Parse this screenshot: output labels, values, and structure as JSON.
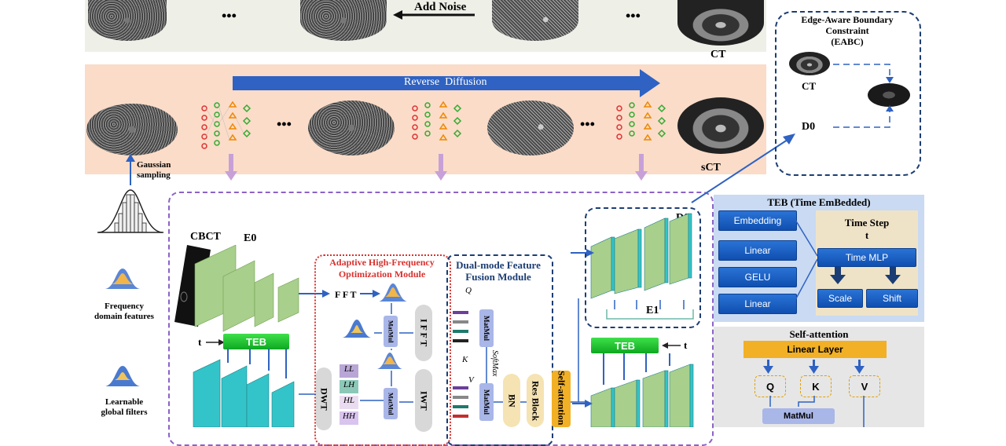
{
  "forward": {
    "add_noise": "Add Noise",
    "ct_label": "CT"
  },
  "reverse": {
    "title": "Reverse  Diffusion",
    "sct_label": "sCT"
  },
  "gaussian": {
    "label": "Gaussian\nsampling"
  },
  "ellipsis": "•••",
  "eabc": {
    "title": "Edge-Aware Boundary\nConstraint\n(EABC)",
    "ct_label": "CT",
    "d0_label": "D0"
  },
  "encoder": {
    "cbct": "CBCT",
    "e0": "E0",
    "t": "t",
    "teb": "TEB"
  },
  "ahfo": {
    "title": "Adaptive High-Frequency\nOptimization Module",
    "fft": "F F T",
    "ifft": "I F F T",
    "matmul": "MatMul",
    "dwt": "DWT",
    "iwt": "IWT",
    "subbands": [
      "LL",
      "LH",
      "HL",
      "HH"
    ]
  },
  "dmff": {
    "title": "Dual-mode Feature\nFusion Module",
    "q": "Q",
    "k": "K",
    "v": "V",
    "softmax": "SoftMax",
    "matmul": "MatMul",
    "bn": "BN",
    "res": "Res Block",
    "selfatt": "Self-attention"
  },
  "decoder": {
    "d0": "D0",
    "e1": "E1",
    "teb": "TEB",
    "t": "t"
  },
  "legend": {
    "freq": "Frequency\ndomain features",
    "filters": "Learnable\nglobal filters"
  },
  "teb_panel": {
    "title": "TEB (Time EmBedded)",
    "embedding": "Embedding",
    "linear1": "Linear",
    "gelu": "GELU",
    "linear2": "Linear",
    "timestep": "Time Step",
    "t": "t",
    "time_mlp": "Time MLP",
    "scale": "Scale",
    "shift": "Shift"
  },
  "sa_panel": {
    "title": "Self-attention",
    "linear_layer": "Linear Layer",
    "q": "Q",
    "k": "K",
    "v": "V",
    "matmul": "MatMul"
  },
  "colors": {
    "forward_bg": "#eef0e8",
    "reverse_bg": "#fbdcc8",
    "arrow_blue": "#2f62c2",
    "purple_dash": "#8b62c8",
    "teb_bg": "#c9daf2",
    "sa_bg": "#e6e6e6",
    "timestep_bg": "#efe3c7"
  }
}
